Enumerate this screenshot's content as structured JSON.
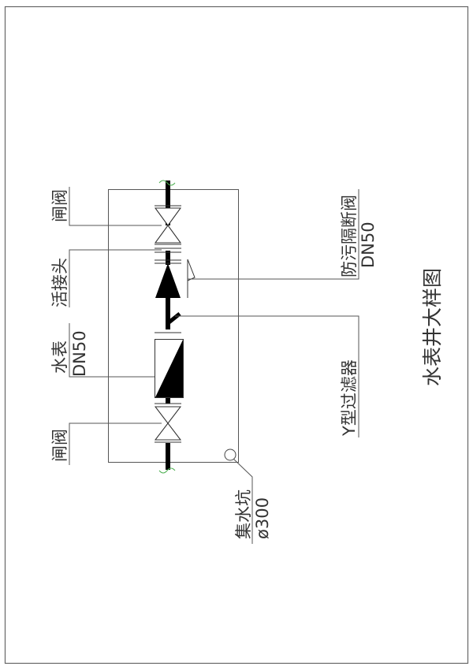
{
  "drawing": {
    "title": "水表井大样图",
    "colors": {
      "line": "#555555",
      "pipe": "#000000",
      "break_mark": "#4caf50",
      "text": "#333333"
    },
    "labels": {
      "gate_valve_top": "闸阀",
      "union_joint": "活接头",
      "water_meter": "水表",
      "water_meter_size": "DN50",
      "gate_valve_bottom": "闸阀",
      "backflow_preventer": "防污隔断阀",
      "backflow_preventer_size": "DN50",
      "y_strainer": "Y型过滤器",
      "sump_pit": "集水坑",
      "sump_pit_size": "ø300"
    }
  }
}
